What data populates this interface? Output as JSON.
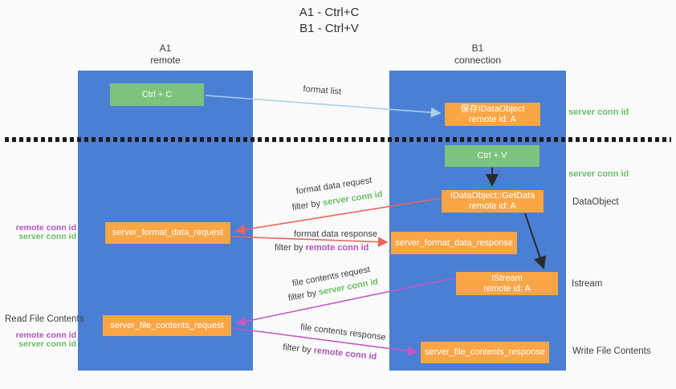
{
  "title": {
    "line1": "A1 - Ctrl+C",
    "line2": "B1 - Ctrl+V"
  },
  "columns": {
    "left": {
      "id": "A1",
      "sub": "remote"
    },
    "right": {
      "id": "B1",
      "sub": "connection"
    }
  },
  "boxes": {
    "ctrl_c": "Ctrl + C",
    "ctrl_v": "Ctrl + V",
    "save_dataobject": {
      "line1": "保存IDataObject",
      "line2": "remote id: A"
    },
    "getdata": {
      "line1": "IDataObject::GetData",
      "line2": "remote id: A"
    },
    "istream": {
      "line1": "IStream",
      "line2": "remote id: A"
    },
    "format_request": "server_format_data_request",
    "format_response": "server_format_data_response",
    "file_request": "server_file_contents_request",
    "file_response": "server_file_contents_response"
  },
  "labels": {
    "format_list": "format list",
    "format_data_request": "format data request",
    "format_data_response": "format data response",
    "file_contents_request": "file contents request",
    "file_contents_response": "file contents response",
    "filter_by": "filter by",
    "server_conn_id": "server conn id",
    "remote_conn_id": "remote conn id",
    "dataobject": "DataObject",
    "istream": "Istream",
    "read_file_contents": "Read File Contents",
    "write_file_contents": "Write File Contents"
  },
  "colors": {
    "background": "#fafafa",
    "column_blue": "#4a7fd4",
    "box_green": "#7cc47e",
    "box_orange": "#f9a647",
    "green_text": "#67bf67",
    "purple_text": "#b153c0",
    "red_arrow": "#e8655c",
    "magenta_arrow": "#c45ac4",
    "light_blue_arrow": "#a9cfec",
    "black_arrow": "#2b2b2b",
    "dotted_line": "#1c1c1c"
  }
}
